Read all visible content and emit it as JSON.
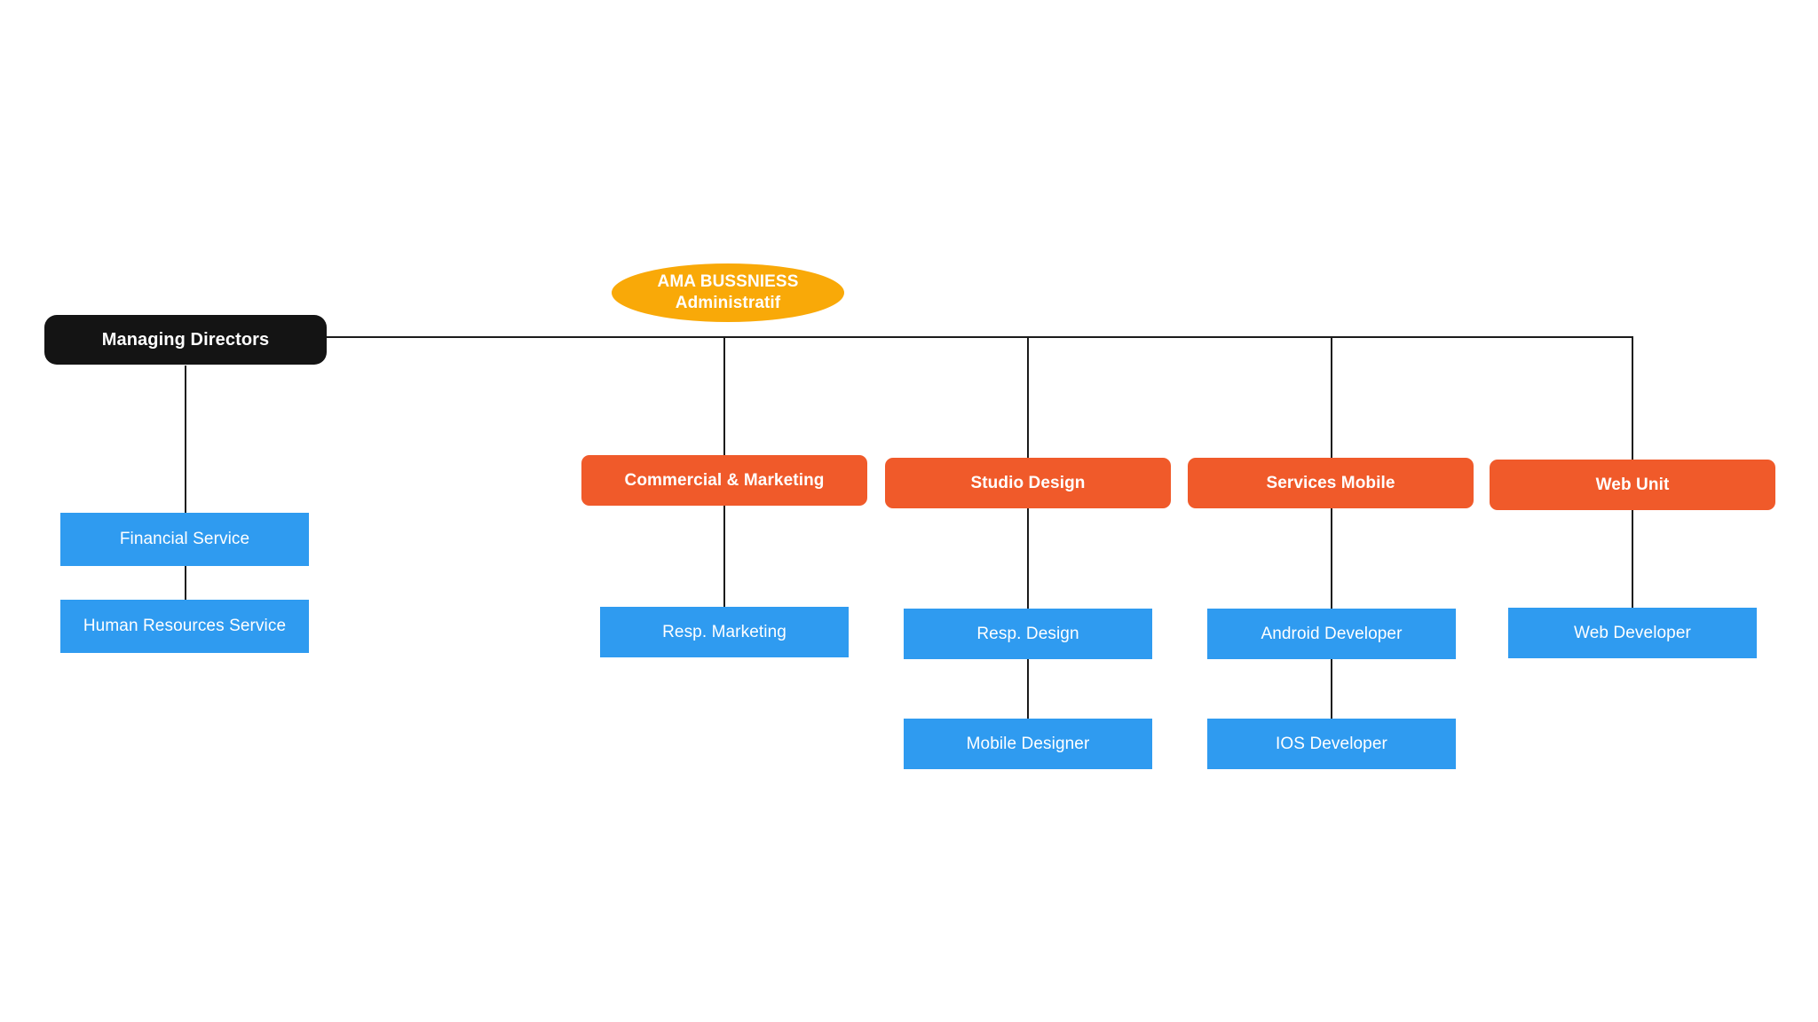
{
  "chart": {
    "type": "org-chart",
    "background_color": "#ffffff",
    "colors": {
      "root": "#141414",
      "title": "#f9a908",
      "department": "#f05a2a",
      "role": "#2f9bf0",
      "connector": "#1b1b1b",
      "text": "#ffffff"
    },
    "title_node": {
      "line1": "AMA BUSSNIESS",
      "line2": "Administratif",
      "shape": "ellipse"
    },
    "root_node": {
      "label": "Managing Directors",
      "shape": "rounded-rectangle"
    },
    "left_branch": [
      {
        "label": "Financial Service",
        "level": "role"
      },
      {
        "label": "Human Resources Service",
        "level": "role"
      }
    ],
    "departments": [
      {
        "label": "Commercial & Marketing",
        "children": [
          {
            "label": "Resp. Marketing"
          }
        ]
      },
      {
        "label": "Studio Design",
        "children": [
          {
            "label": "Resp. Design"
          },
          {
            "label": "Mobile Designer"
          }
        ]
      },
      {
        "label": "Services Mobile",
        "children": [
          {
            "label": "Android Developer"
          },
          {
            "label": "IOS Developer"
          }
        ]
      },
      {
        "label": "Web Unit",
        "children": [
          {
            "label": "Web Developer"
          }
        ]
      }
    ]
  }
}
